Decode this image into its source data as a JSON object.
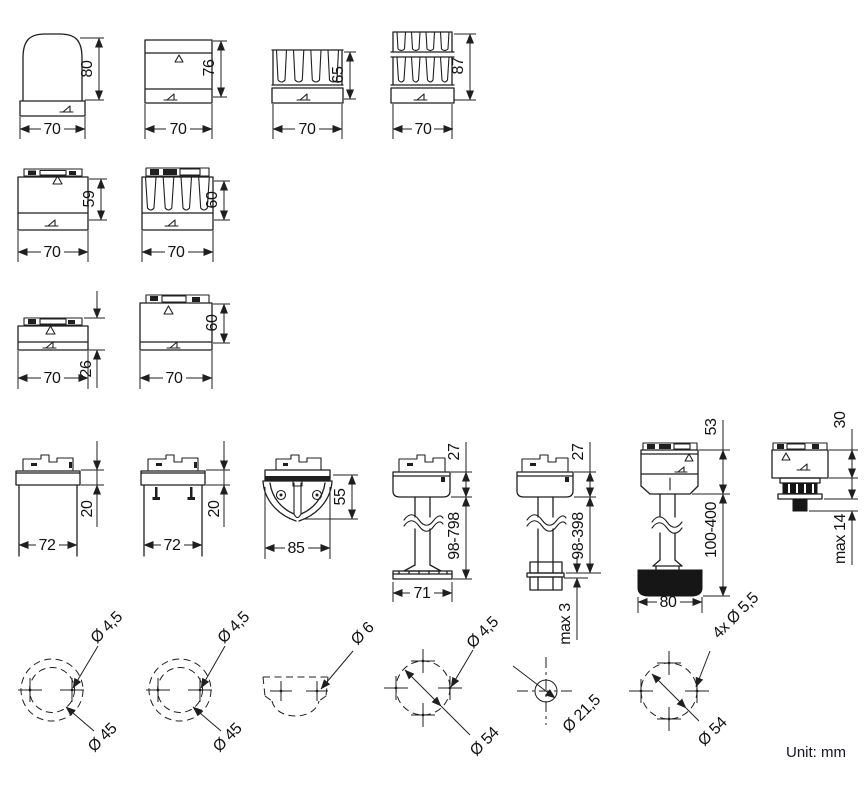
{
  "unit_label": "Unit: mm",
  "row1": [
    {
      "width": "70",
      "height": "80"
    },
    {
      "width": "70",
      "height": "76"
    },
    {
      "width": "70",
      "height": "65"
    },
    {
      "width": "70",
      "height": "87"
    }
  ],
  "row2": [
    {
      "width": "70",
      "height": "59"
    },
    {
      "width": "70",
      "height": "60"
    }
  ],
  "row3": [
    {
      "width": "70",
      "height": "26"
    },
    {
      "width": "70",
      "height": "60"
    }
  ],
  "row4": [
    {
      "width": "72",
      "height": "20"
    },
    {
      "width": "72",
      "height": "20"
    },
    {
      "width": "85",
      "height": "55"
    },
    {
      "width": "71",
      "top_height": "27",
      "tube_length": "98-798"
    },
    {
      "top_height": "27",
      "tube_length": "98-398",
      "flange": "max 3"
    },
    {
      "width": "80",
      "top_height": "53",
      "tube_length": "100-400"
    },
    {
      "height": "30",
      "stud": "max 14"
    }
  ],
  "row5": [
    {
      "hole": "Ø 4,5",
      "bolt_circle": "Ø 45"
    },
    {
      "hole": "Ø 4,5",
      "bolt_circle": "Ø 45"
    },
    {
      "hole": "Ø 6"
    },
    {
      "hole": "Ø 4,5",
      "bolt_circle": "Ø 54"
    },
    {
      "hole": "Ø 21,5"
    },
    {
      "hole": "4x Ø 5,5",
      "bolt_circle": "Ø 54"
    }
  ]
}
